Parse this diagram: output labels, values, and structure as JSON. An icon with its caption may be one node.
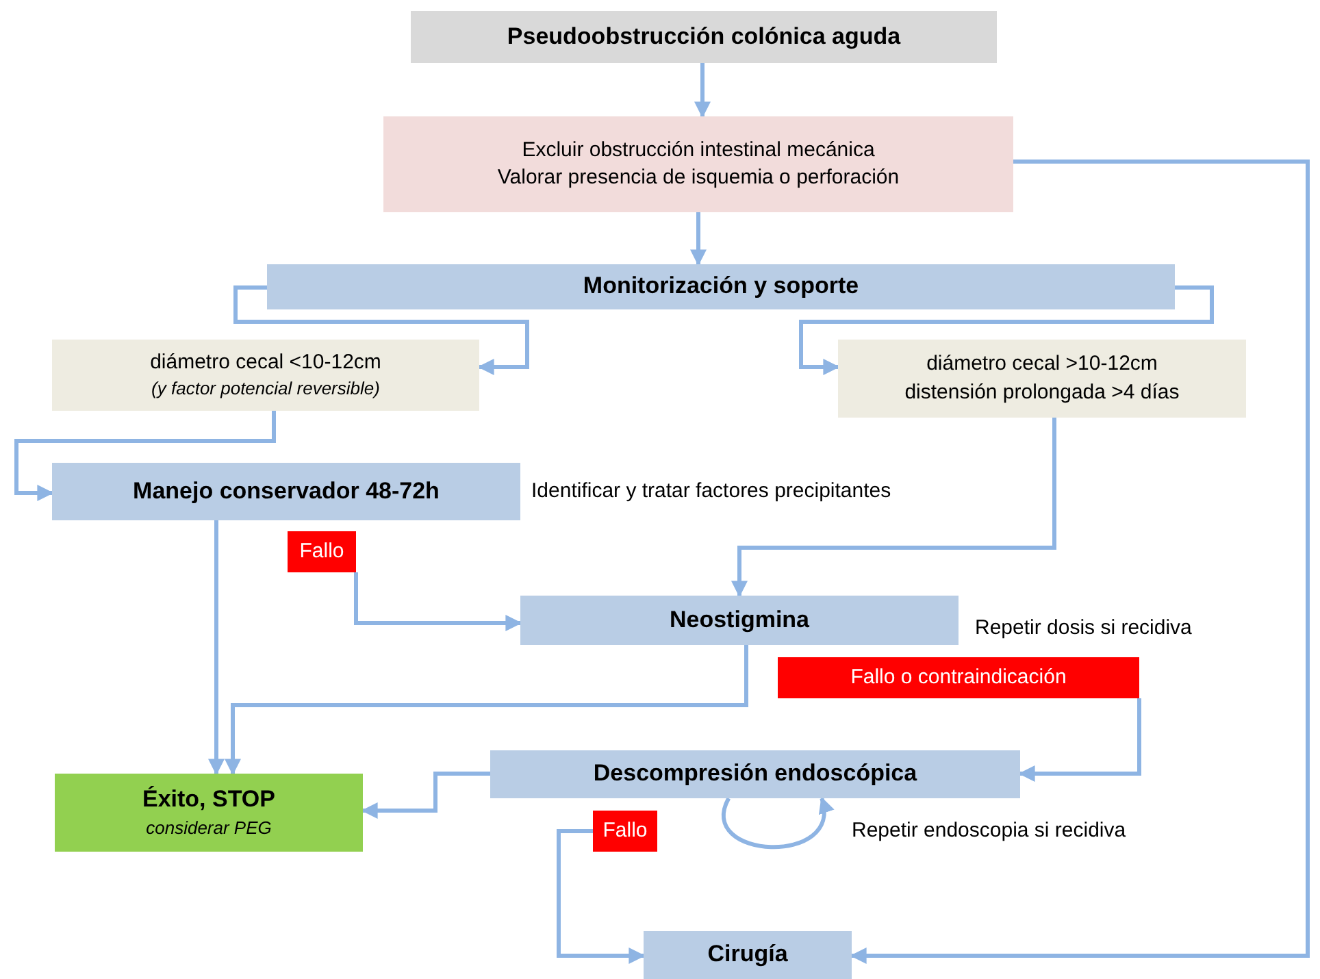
{
  "diagram": {
    "nodes": [
      {
        "text": [
          "Pseudoobstrucción colónica aguda"
        ]
      },
      {
        "text": [
          "Excluir obstrucción intestinal mecánica",
          "Valorar presencia de isquemia o perforación"
        ]
      },
      {
        "text": [
          "Monitorización y soporte"
        ]
      },
      {
        "text": [
          "diámetro cecal <10-12cm",
          "(y factor potencial reversible)"
        ]
      },
      {
        "text": [
          "diámetro cecal >10-12cm",
          "distensión prolongada >4 días"
        ]
      },
      {
        "text": [
          "Manejo conservador 48-72h"
        ],
        "beside": [
          "Identificar y tratar factores precipitantes"
        ]
      },
      {
        "text": [
          "Fallo"
        ]
      },
      {
        "text": [
          "Neostigmina"
        ],
        "beside": [
          "Repetir dosis si recidiva"
        ]
      },
      {
        "text": [
          "Fallo o contraindicación"
        ]
      },
      {
        "text": [
          "Éxito, STOP",
          "considerar PEG"
        ]
      },
      {
        "text": [
          "Descompresión endoscópica"
        ],
        "beside": [
          "Repetir endoscopia si recidiva"
        ]
      },
      {
        "text": [
          "Fallo"
        ]
      },
      {
        "text": [
          "Cirugía"
        ]
      }
    ],
    "edges": [
      {
        "from": 0,
        "to": 1,
        "arrow": "to"
      },
      {
        "from": 1,
        "to": 2,
        "arrow": "to"
      },
      {
        "from": 1,
        "to": 12,
        "arrow": "to"
      },
      {
        "from": 2,
        "to": 3,
        "arrow": "to"
      },
      {
        "from": 2,
        "to": 4,
        "arrow": "to"
      },
      {
        "from": 3,
        "to": 5,
        "arrow": "to"
      },
      {
        "from": 4,
        "to": 7,
        "arrow": "to"
      },
      {
        "from": 5,
        "to": 9,
        "arrow": "to"
      },
      {
        "from": 6,
        "to": 7,
        "arrow": "to"
      },
      {
        "from": 7,
        "to": 9,
        "arrow": "to"
      },
      {
        "from": 8,
        "to": 10,
        "arrow": "to"
      },
      {
        "from": 10,
        "to": 9,
        "arrow": "to"
      },
      {
        "from": 10,
        "to": 10,
        "arrow": "to"
      },
      {
        "from": 11,
        "to": 12,
        "arrow": "to"
      }
    ]
  }
}
